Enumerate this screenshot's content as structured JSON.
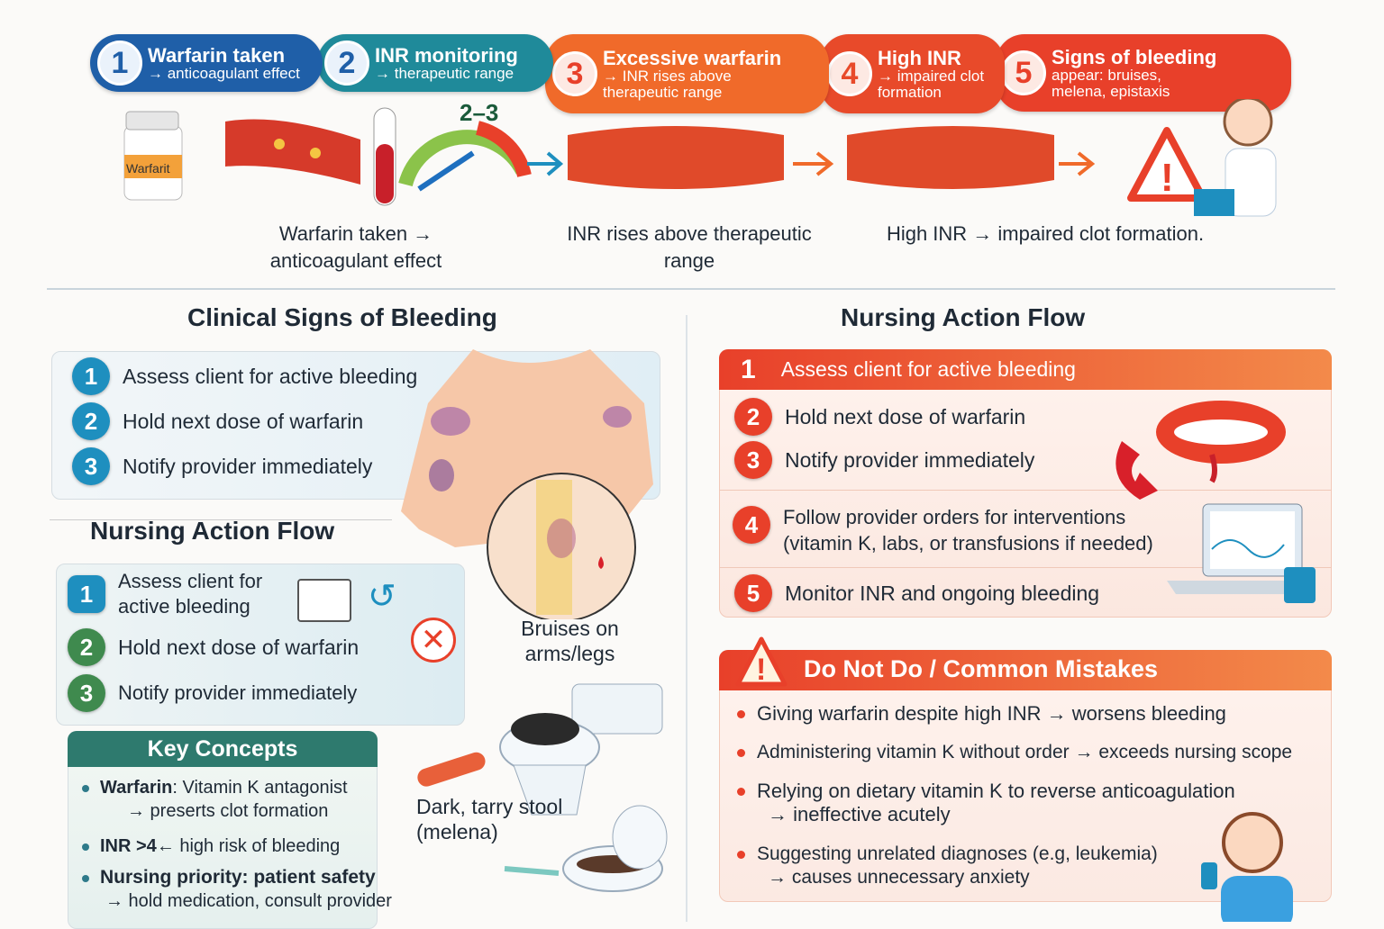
{
  "banner": [
    {
      "num": "1",
      "title": "Warfarin taken",
      "sub": "→ anticoagulant effect",
      "color": "#1f5fa8"
    },
    {
      "num": "2",
      "title": "INR monitoring",
      "sub": "→ therapeutic range",
      "color": "#1f8a9a"
    },
    {
      "num": "3",
      "title": "Excessive warfarin",
      "sub": "→ INR rises above therapeutic range",
      "color": "#f06a2a"
    },
    {
      "num": "4",
      "title": "High INR",
      "sub": "→ impaired clot formation",
      "color": "#e84a2a"
    },
    {
      "num": "5",
      "title": "Signs of bleeding",
      "sub": "appear: bruises, melena, epistaxis",
      "color": "#e8402a"
    }
  ],
  "illustration": {
    "bottle_label": "Warfarit",
    "gauge_label": "2–3"
  },
  "captions": [
    "Warfarin taken → anticoagulant effect",
    "INR rises above therapeutic range",
    "High INR → impaired clot formation."
  ],
  "left": {
    "title": "Clinical Signs of Bleeding",
    "items": [
      "Assess client for active bleeding",
      "Hold next dose of warfarin",
      "Notify provider immediately"
    ],
    "bruise_label": "Bruises on arms/legs",
    "stool_label": "Dark, tarry stool (melena)",
    "flow_title": "Nursing Action Flow",
    "flow_items": [
      "Assess client for active bleeding",
      "Hold next dose of warfarin",
      "Notify provider immediately"
    ],
    "key": {
      "title": "Key Concepts",
      "items": [
        {
          "bold": "Warfarin",
          "text": ": Vitamin K antagonist",
          "sub": "→ preserts clot formation"
        },
        {
          "bold": "INR >4",
          "text": "← high risk of bleeding",
          "sub": ""
        },
        {
          "bold": "Nursing priority: patient safety",
          "text": "",
          "sub": "→ hold medication, consult provider"
        }
      ]
    }
  },
  "right": {
    "title": "Nursing Action Flow",
    "steps": [
      {
        "num": "1",
        "text": "Assess client for active bleeding"
      },
      {
        "num": "2",
        "text": "Hold next dose of warfarin"
      },
      {
        "num": "3",
        "text": "Notify provider immediately"
      },
      {
        "num": "4",
        "text": "Follow provider orders for interventions",
        "sub": "(vitamin K, labs, or transfusions if needed)"
      },
      {
        "num": "5",
        "text": "Monitor INR and ongoing bleeding"
      }
    ],
    "dont": {
      "title": "Do Not Do / Common Mistakes",
      "items": [
        {
          "text": "Giving warfarin despite high INR →  worsens bleeding",
          "sub": ""
        },
        {
          "text": "Administering vitamin K without order → exceeds nursing scope",
          "sub": ""
        },
        {
          "text": "Relying on dietary vitamin K to reverse anticoagulation",
          "sub": "→  ineffective acutely"
        },
        {
          "text": "Suggesting unrelated diagnoses (e.g, leukemia)",
          "sub": "→  causes unnecessary anxiety"
        }
      ]
    }
  },
  "colors": {
    "accent_orange": "#f06a2a",
    "accent_red": "#e8402a",
    "teal": "#2e7a8a",
    "blue": "#1e8fbf"
  }
}
